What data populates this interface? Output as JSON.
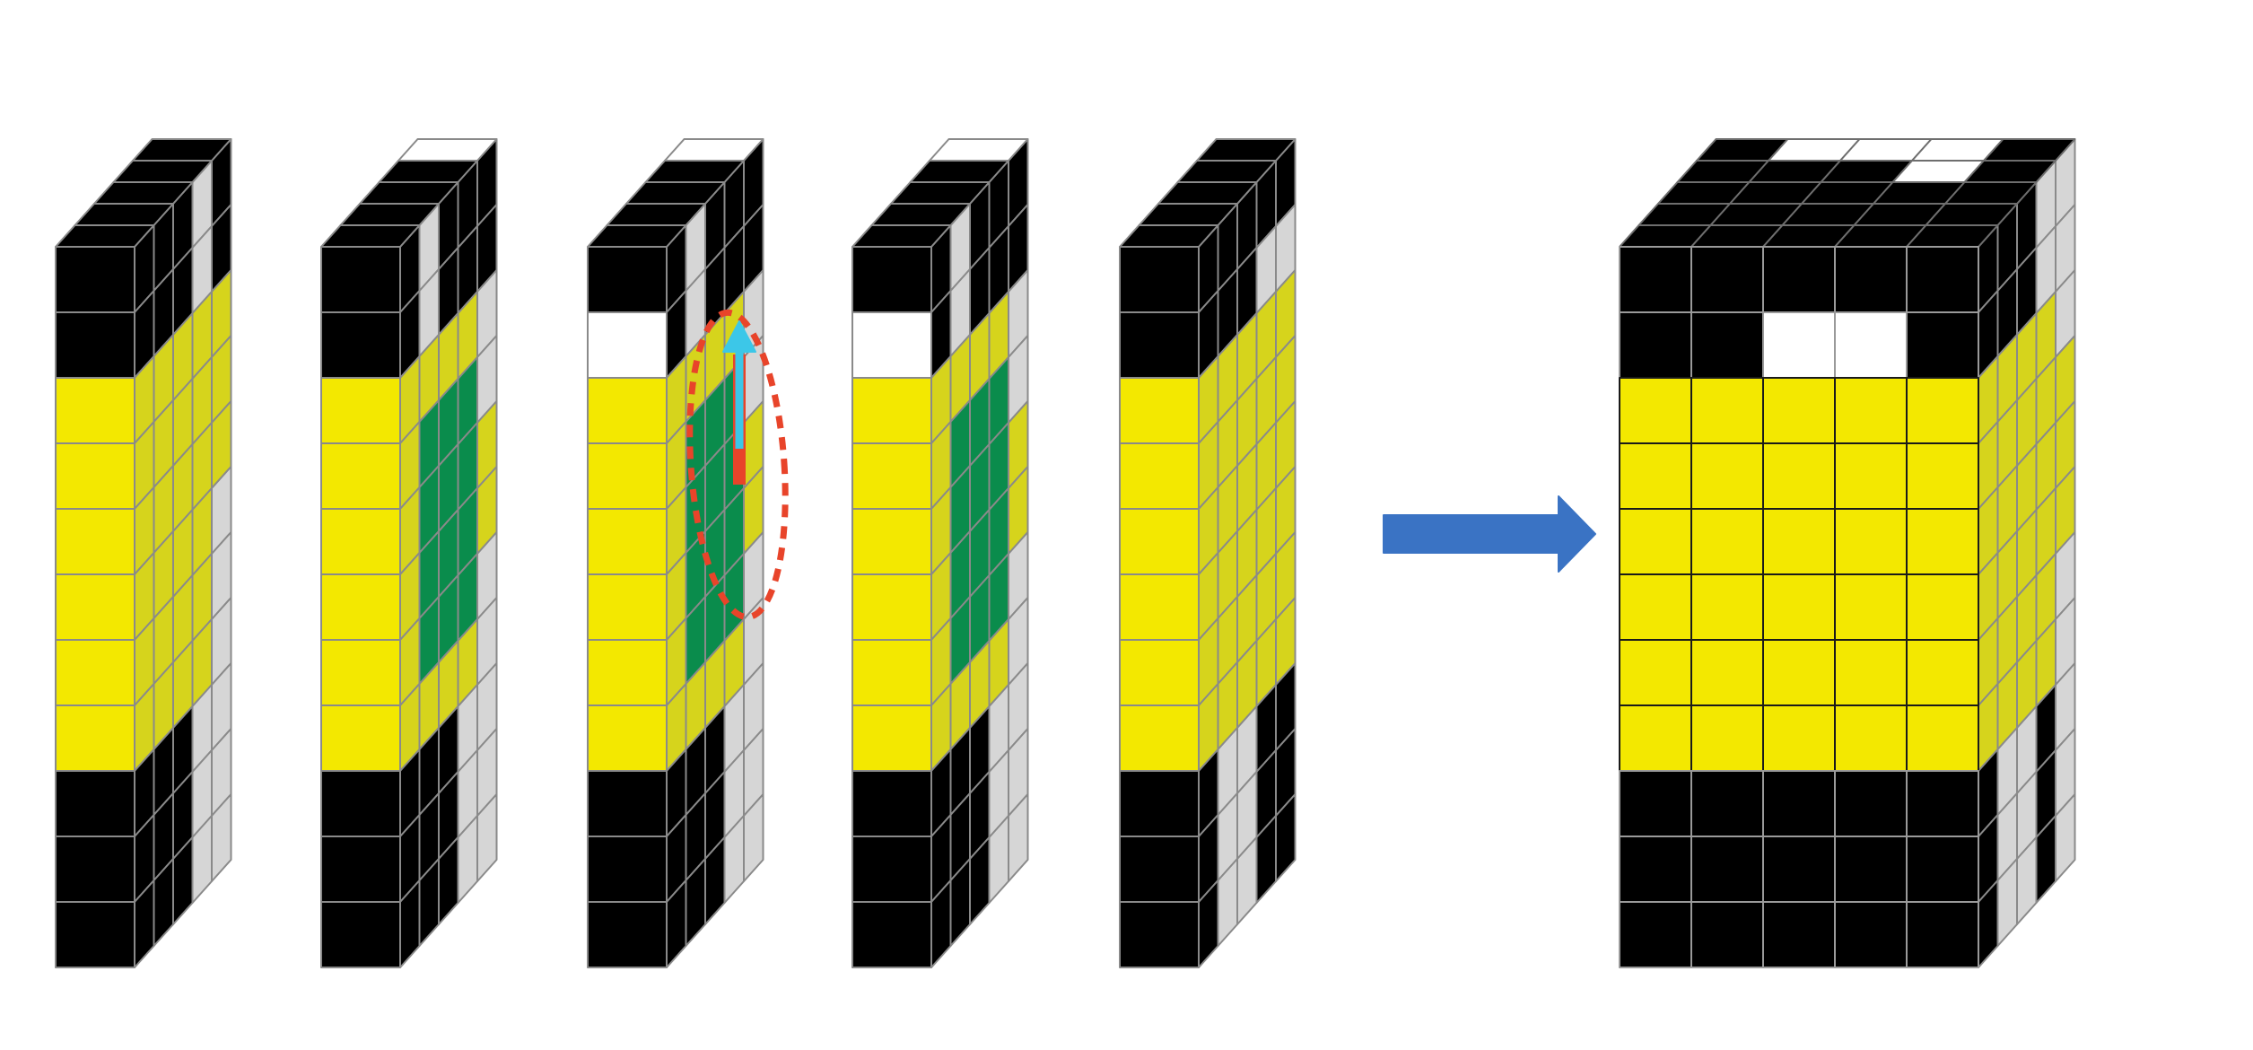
{
  "colors": {
    "black": "#000000",
    "yellow": "#f3e800",
    "yellow_side": "#d6d41c",
    "green": "#0a8c4c",
    "light_grey": "#d6d6d6",
    "white": "#ffffff",
    "grid_line": "#8a8a8a",
    "arrow_blue": "#3a73c4",
    "annotation_red": "#e8442a",
    "annotation_cyan": "#3cc7e8"
  },
  "icons": {
    "transition": "right-arrow-icon",
    "annotation": "dashed-ellipse-icon"
  },
  "diagram": {
    "slice_count": 5,
    "grid_rows": 11,
    "front_columns": 1,
    "depth_columns": 5,
    "result_front_columns": 5,
    "result_depth_columns": 5
  }
}
